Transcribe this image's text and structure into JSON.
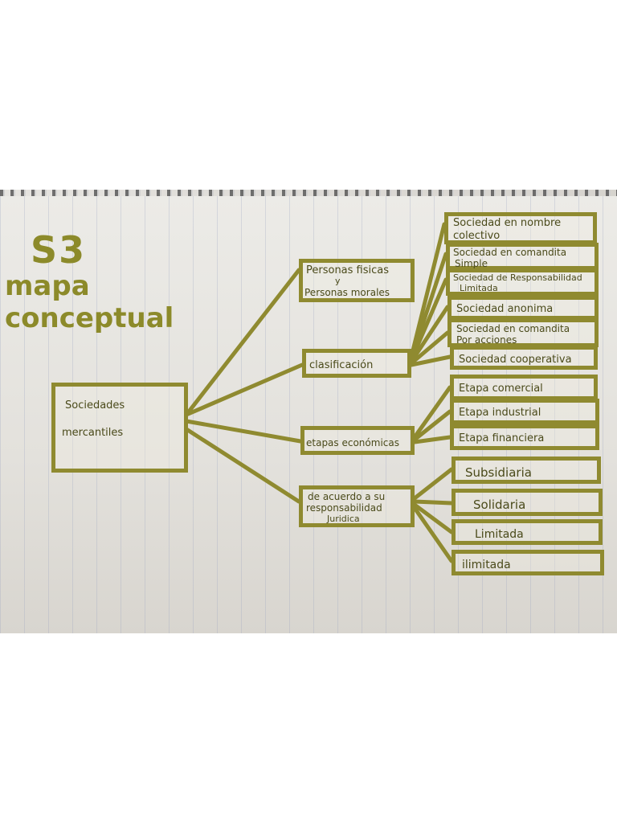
{
  "title": {
    "s3": "S3",
    "mapa": "mapa",
    "conceptual": "conceptual"
  },
  "root": {
    "line1": "Sociedades",
    "line2": "mercantiles"
  },
  "branches": {
    "personas": {
      "line1": "Personas fisicas",
      "line2": "y",
      "line3": "Personas morales"
    },
    "clasificacion": {
      "label": "clasificación"
    },
    "etapas": {
      "label": "etapas económicas"
    },
    "responsabilidad": {
      "line1": "de acuerdo a su",
      "line2": "responsabilidad",
      "line3": "Juridica"
    }
  },
  "clasificacion_items": [
    {
      "line1": "Sociedad en nombre",
      "line2": "colectivo"
    },
    {
      "line1": "Sociedad en comandita",
      "line2": "Simple"
    },
    {
      "line1": "Sociedad de Responsabilidad",
      "line2": "Limitada"
    },
    {
      "line1": "Sociedad anonima",
      "line2": ""
    },
    {
      "line1": "Sociedad en comandita",
      "line2": "Por acciones"
    },
    {
      "line1": "Sociedad cooperativa",
      "line2": ""
    }
  ],
  "etapas_items": [
    "Etapa comercial",
    "Etapa industrial",
    "Etapa financiera"
  ],
  "responsabilidad_items": [
    "Subsidiaria",
    "Solidaria",
    "Limitada",
    "ilimitada"
  ],
  "colors": {
    "marker": "#8f8a30",
    "ink": "#4a4a1a",
    "paper": "#e6e4e0"
  }
}
